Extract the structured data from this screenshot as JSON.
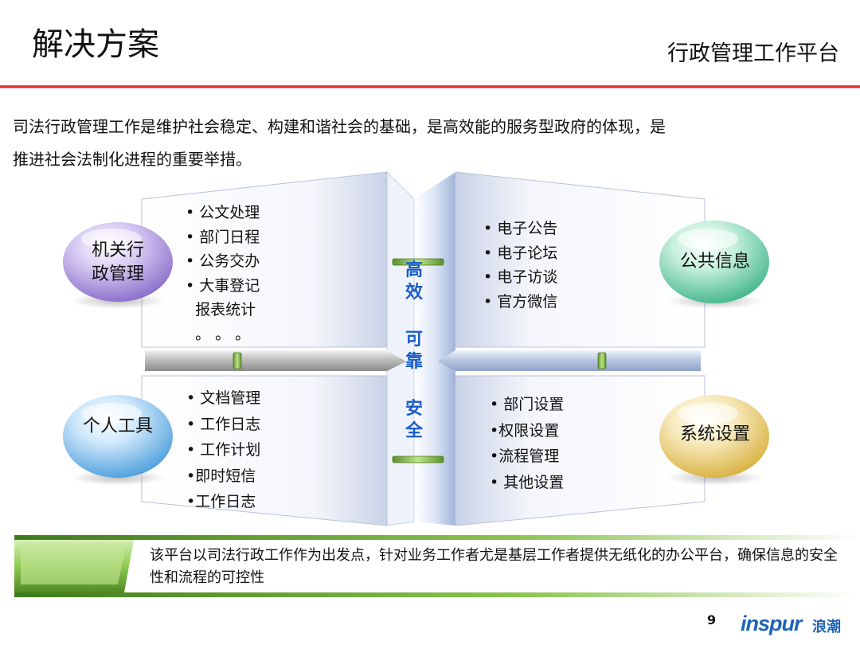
{
  "header": {
    "title": "解决方案",
    "subtitle": "行政管理工作平台"
  },
  "intro": {
    "line1": "司法行政管理工作是维护社会稳定、构建和谐社会的基础，是高效能的服务型政府的体现，是",
    "line2": "推进社会法制化进程的重要举措。"
  },
  "quadrants": {
    "top_left": {
      "label_line1": "机关行",
      "label_line2": "政管理",
      "items": [
        "• 公文处理",
        "• 部门日程",
        "• 公务交办",
        "• 大事登记",
        "  报表统计",
        "  。 。 。"
      ]
    },
    "top_right": {
      "label": "公共信息",
      "items": [
        "• 电子公告",
        "• 电子论坛",
        "• 电子访谈",
        "• 官方微信"
      ]
    },
    "bottom_left": {
      "label": "个人工具",
      "items": [
        "• 文档管理",
        "• 工作日志",
        "• 工作计划",
        "•即时短信",
        "•工作日志"
      ]
    },
    "bottom_right": {
      "label": "系统设置",
      "items": [
        "• 部门设置",
        "•权限设置",
        "•流程管理",
        "• 其他设置"
      ]
    }
  },
  "center": {
    "word1": [
      "高",
      "效"
    ],
    "word2": [
      "可",
      "靠"
    ],
    "word3": [
      "安",
      "全"
    ]
  },
  "footer": {
    "text": "该平台以司法行政工作作为出发点，针对业务工作者尤是基层工作者提供无纸化的办公平台，确保信息的安全性和流程的可控性",
    "page_number": "9",
    "logo_text": "inspur",
    "logo_cn": "浪潮"
  },
  "colors": {
    "accent_red": "#d9121a",
    "orb_purple": "#9b7fd6",
    "orb_green": "#57c49b",
    "orb_blue": "#5aaee6",
    "orb_gold": "#e2c25e",
    "center_text_blue": "#1a5cc6",
    "footer_green": "#7fbf3f"
  }
}
